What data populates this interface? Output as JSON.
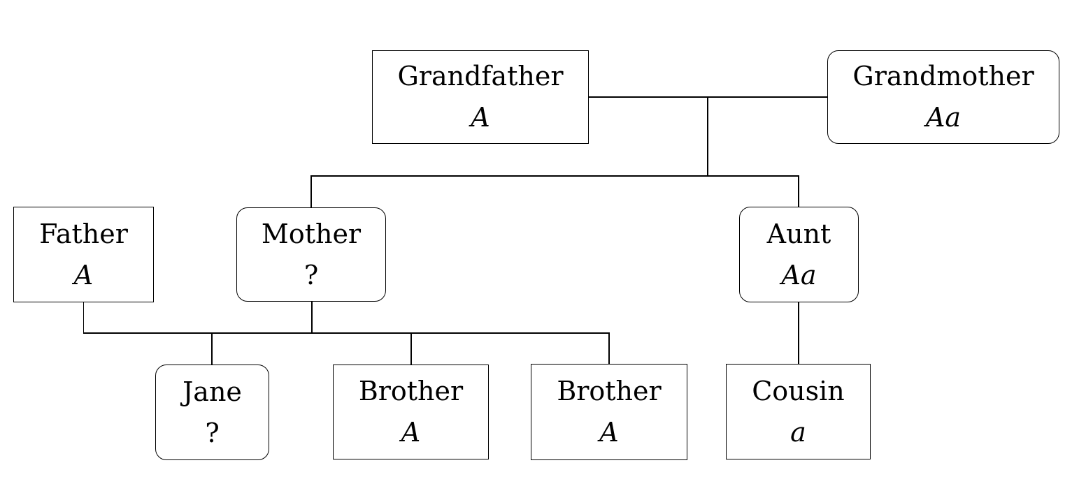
{
  "diagram": {
    "background_color": "#ffffff",
    "line_color": "#000000",
    "persons": {
      "grandfather": {
        "name": "Grandfather",
        "genotype": "A",
        "shape": "rectangular"
      },
      "grandmother": {
        "name": "Grandmother",
        "genotype": "Aa",
        "shape": "rounded"
      },
      "father": {
        "name": "Father",
        "genotype": "A",
        "shape": "rectangular"
      },
      "mother": {
        "name": "Mother",
        "genotype": "?",
        "shape": "rounded"
      },
      "aunt": {
        "name": "Aunt",
        "genotype": "Aa",
        "shape": "rounded"
      },
      "jane": {
        "name": "Jane",
        "genotype": "?",
        "shape": "rounded"
      },
      "brother1": {
        "name": "Brother",
        "genotype": "A",
        "shape": "rectangular"
      },
      "brother2": {
        "name": "Brother",
        "genotype": "A",
        "shape": "rectangular"
      },
      "cousin": {
        "name": "Cousin",
        "genotype": "a",
        "shape": "rectangular"
      }
    },
    "relationships": {
      "grandfather_grandmother_children": [
        "mother",
        "aunt"
      ],
      "father_mother_children": [
        "jane",
        "brother1",
        "brother2"
      ],
      "aunt_children": [
        "cousin"
      ]
    }
  }
}
